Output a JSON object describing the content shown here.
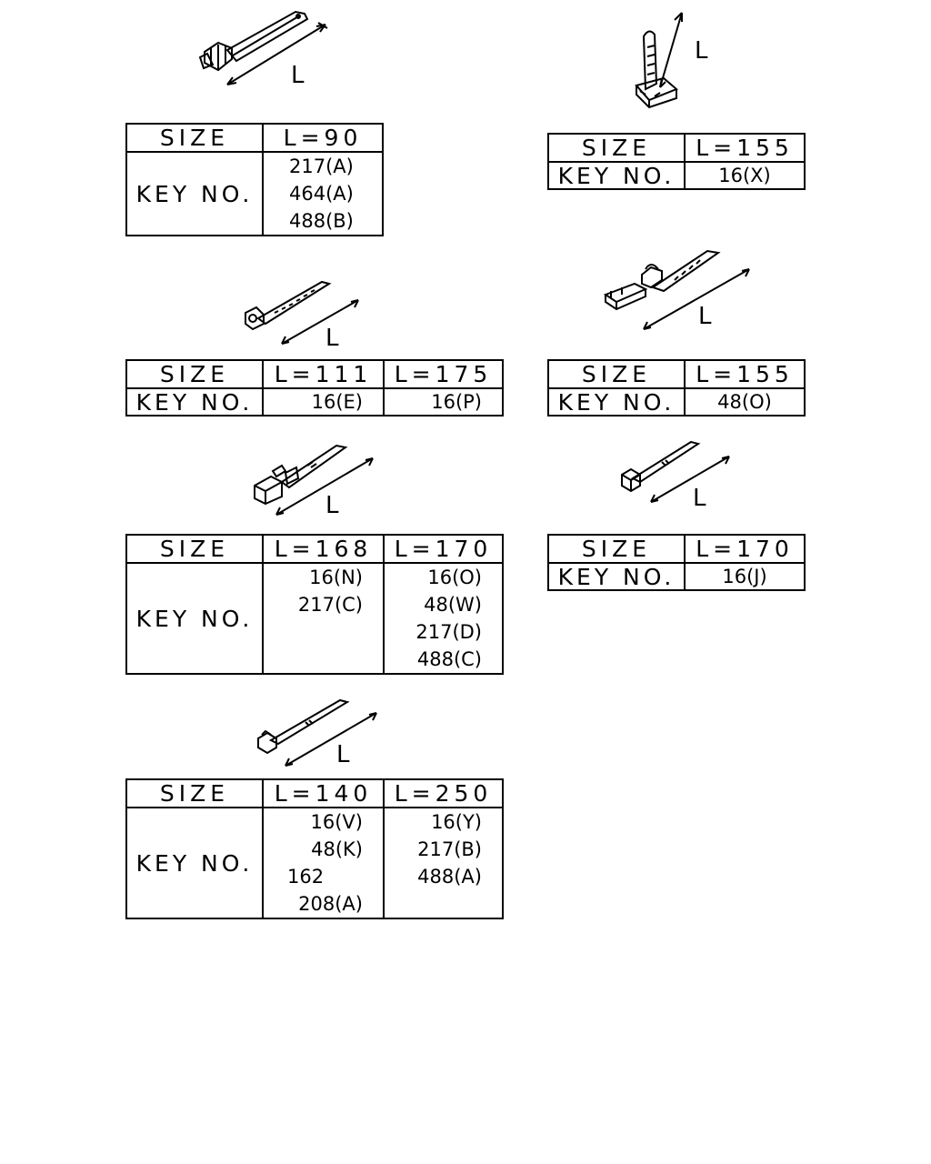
{
  "dimension_label": "L",
  "tables": [
    {
      "size_label": "SIZE",
      "key_label": "KEY NO.",
      "sizes": [
        "L=90"
      ],
      "keys": [
        [
          "217(A)",
          "464(A)",
          "488(B)"
        ]
      ]
    },
    {
      "size_label": "SIZE",
      "key_label": "KEY NO.",
      "sizes": [
        "L=155"
      ],
      "keys": [
        [
          "16(X)"
        ]
      ]
    },
    {
      "size_label": "SIZE",
      "key_label": "KEY NO.",
      "sizes": [
        "L=111",
        "L=175"
      ],
      "keys": [
        [
          "16(E)"
        ],
        [
          "16(P)"
        ]
      ]
    },
    {
      "size_label": "SIZE",
      "key_label": "KEY NO.",
      "sizes": [
        "L=155"
      ],
      "keys": [
        [
          "48(O)"
        ]
      ]
    },
    {
      "size_label": "SIZE",
      "key_label": "KEY NO.",
      "sizes": [
        "L=168",
        "L=170"
      ],
      "keys": [
        [
          "16(N)",
          "217(C)"
        ],
        [
          "16(O)",
          "48(W)",
          "217(D)",
          "488(C)"
        ]
      ]
    },
    {
      "size_label": "SIZE",
      "key_label": "KEY NO.",
      "sizes": [
        "L=170"
      ],
      "keys": [
        [
          "16(J)"
        ]
      ]
    },
    {
      "size_label": "SIZE",
      "key_label": "KEY NO.",
      "sizes": [
        "L=140",
        "L=250"
      ],
      "keys": [
        [
          "16(V)",
          "48(K)",
          "162",
          "208(A)"
        ],
        [
          "16(Y)",
          "217(B)",
          "488(A)"
        ]
      ]
    }
  ]
}
